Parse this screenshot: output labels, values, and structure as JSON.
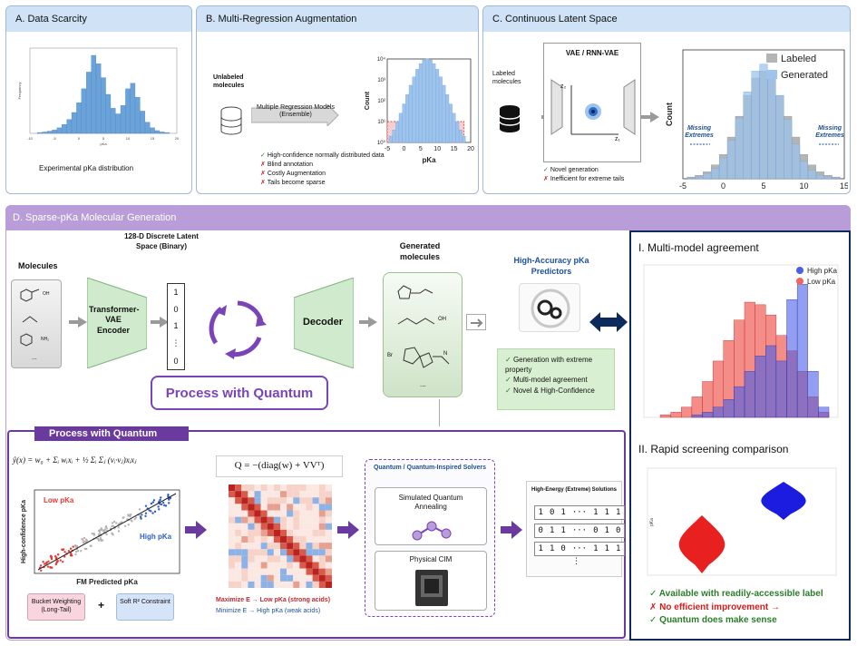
{
  "panel_a": {
    "title": "A. Data Scarcity",
    "caption": "Experimental pKa distribution",
    "x_ticks": [
      "-10",
      "-5",
      "0",
      "5",
      "10",
      "15",
      "20"
    ],
    "xlabel": "pKa",
    "ylabel": "Frequency"
  },
  "panel_b": {
    "title": "B. Multi-Regression Augmentation",
    "unlabeled": "Unlabeled molecules",
    "models": "Multiple Regression Models (Ensemble)",
    "bullets": {
      "ok1": "High-confidence normally distributed data",
      "x1": "Blind annotation",
      "x2": "Costly Augmentation",
      "x3": "Tails become sparse"
    },
    "ylabel": "Count",
    "xlabel": "pKa",
    "x_ticks": [
      "-5",
      "0",
      "5",
      "10",
      "15",
      "20"
    ],
    "y_ticks": [
      "10⁰",
      "10¹",
      "10²",
      "10³",
      "10⁴"
    ]
  },
  "panel_c": {
    "title": "C. Continuous Latent Space",
    "labeled": "Labeled molecules",
    "vae": "VAE / RNN-VAE",
    "z1": "z₁",
    "z2": "z₂",
    "bullets": {
      "ok1": "Novel generation",
      "x1": "Inefficient for extreme tails"
    },
    "legend": {
      "labeled": "Labeled",
      "generated": "Generated"
    },
    "ylabel": "Count",
    "missing_left": "Missing Extremes",
    "missing_right": "Missing Extremes",
    "x_ticks": [
      "-5",
      "0",
      "5",
      "10",
      "15"
    ]
  },
  "panel_d": {
    "title": "D. Sparse-pKa Molecular Generation",
    "molecules": "Molecules",
    "encoder": "Transformer-VAE Encoder",
    "latent_title": "128-D Discrete Latent Space (Binary)",
    "latent_bits": [
      "1",
      "0",
      "1",
      "⋮",
      "0"
    ],
    "decoder": "Decoder",
    "generated": "Generated molecules",
    "process": "Process with Quantum",
    "predictors": "High-Accuracy pKa Predictors",
    "checks": [
      "Generation with extreme property",
      "Multi-model agreement",
      "Novel & High-Confidence"
    ],
    "mol_labels": [
      "OH",
      "NH₂",
      "...",
      "OH",
      "Br",
      "N",
      "..."
    ]
  },
  "process": {
    "title": "Process with Quantum",
    "formula1": "ŷ(x) = w₀ + Σᵢ wᵢxᵢ + ½ Σᵢ Σⱼ (vᵢ·vⱼ)xᵢxⱼ",
    "formula2": "Q = −(diag(w) + VVᵀ)",
    "scatter_low": "Low pKa",
    "scatter_high": "High pKa",
    "scatter_xlabel": "FM Predicted pKa",
    "scatter_ylabel": "High-confidence pKa",
    "bucket": "Bucket Weighting (Long-Tail)",
    "plus": "+",
    "soft": "Soft R² Constraint",
    "maximize": "Maximize E → Low pKa (strong acids)",
    "minimize": "Minimize E → High pKa (weak acids)",
    "solvers_title": "Quantum / Quantum-Inspired Solvers",
    "sqa": "Simulated Quantum Annealing",
    "cim": "Physical CIM",
    "solutions_title": "High-Energy (Extreme) Solutions",
    "solutions": [
      [
        "1",
        "0",
        "1",
        "···",
        "1",
        "1",
        "1"
      ],
      [
        "0",
        "1",
        "1",
        "···",
        "0",
        "1",
        "0"
      ],
      [
        "1",
        "1",
        "0",
        "···",
        "1",
        "1",
        "1"
      ]
    ],
    "solutions_more": "⋮"
  },
  "panel_i": {
    "title": "I. Multi-model agreement",
    "legend_high": "High pKa",
    "legend_low": "Low pKa"
  },
  "panel_ii": {
    "title": "II. Rapid screening comparison",
    "ylabel": "pKa",
    "bullets": {
      "ok1": "Available with readily-accessible label",
      "x1": "No efficient improvement →",
      "ok2": "Quantum does make sense"
    }
  },
  "colors": {
    "header_bg": "#cfe2f6",
    "purple": "#6a3a9e",
    "purple_light": "#b99dd8",
    "blue_hist": "#6aa2da",
    "red": "#e53935",
    "navy": "#0c2a5a"
  },
  "chart_data": [
    {
      "type": "bar",
      "title": "Experimental pKa distribution",
      "xlabel": "pKa",
      "ylabel": "Frequency",
      "x": [
        -8,
        -7,
        -6,
        -5,
        -4,
        -3,
        -2,
        -1,
        0,
        1,
        2,
        3,
        4,
        5,
        6,
        7,
        8,
        9,
        10,
        11,
        12,
        13,
        14,
        15,
        16,
        17,
        18
      ],
      "values": [
        0.3,
        0.5,
        0.8,
        1.2,
        2,
        3.2,
        5,
        7.5,
        11,
        16,
        22,
        28,
        25,
        20,
        14,
        9,
        7,
        10,
        16,
        18,
        13,
        8,
        4,
        2,
        1,
        0.5,
        0.3
      ],
      "xlim": [
        -10,
        20
      ]
    },
    {
      "type": "bar",
      "title": "",
      "xlabel": "pKa",
      "ylabel": "Count",
      "yscale": "log",
      "x": [
        -4,
        -3,
        -2,
        -1,
        0,
        1,
        2,
        3,
        4,
        5,
        6,
        7,
        8,
        9,
        10,
        11,
        12,
        13,
        14,
        15,
        16,
        17,
        18
      ],
      "values": [
        2,
        4,
        10,
        25,
        70,
        200,
        550,
        1400,
        3200,
        6000,
        9000,
        10500,
        9000,
        6000,
        3200,
        1400,
        550,
        200,
        70,
        25,
        10,
        4,
        2
      ],
      "xlim": [
        -5,
        20
      ],
      "ylim": [
        1,
        10000
      ]
    },
    {
      "type": "bar",
      "title": "",
      "xlabel": "",
      "ylabel": "Count",
      "x": [
        -4,
        -3,
        -2,
        -1,
        0,
        1,
        2,
        3,
        4,
        5,
        6,
        7,
        8,
        9,
        10,
        11,
        12,
        13,
        14
      ],
      "series": [
        {
          "name": "Labeled",
          "values": [
            1,
            2,
            4,
            8,
            14,
            24,
            36,
            48,
            58,
            62,
            58,
            48,
            36,
            24,
            14,
            8,
            4,
            2,
            1
          ]
        },
        {
          "name": "Generated",
          "values": [
            0.5,
            1,
            3,
            6,
            12,
            22,
            35,
            50,
            62,
            66,
            60,
            48,
            34,
            20,
            10,
            5,
            2,
            1,
            0.5
          ]
        }
      ],
      "xlim": [
        -5,
        15
      ]
    },
    {
      "type": "bar",
      "title": "I. Multi-model agreement",
      "series": [
        {
          "name": "High pKa",
          "values": [
            0,
            0,
            0,
            1,
            2,
            4,
            7,
            12,
            18,
            24,
            28,
            22,
            46,
            52,
            18,
            4
          ]
        },
        {
          "name": "Low pKa",
          "values": [
            1,
            2,
            4,
            8,
            14,
            22,
            30,
            38,
            45,
            44,
            40,
            32,
            26,
            18,
            8,
            2
          ]
        }
      ]
    },
    {
      "type": "scatter",
      "title": "II. Rapid screening comparison",
      "ylabel": "pKa",
      "series": [
        {
          "name": "Low pKa",
          "values": [
            -1
          ]
        },
        {
          "name": "High pKa",
          "values": [
            1
          ]
        }
      ]
    }
  ]
}
